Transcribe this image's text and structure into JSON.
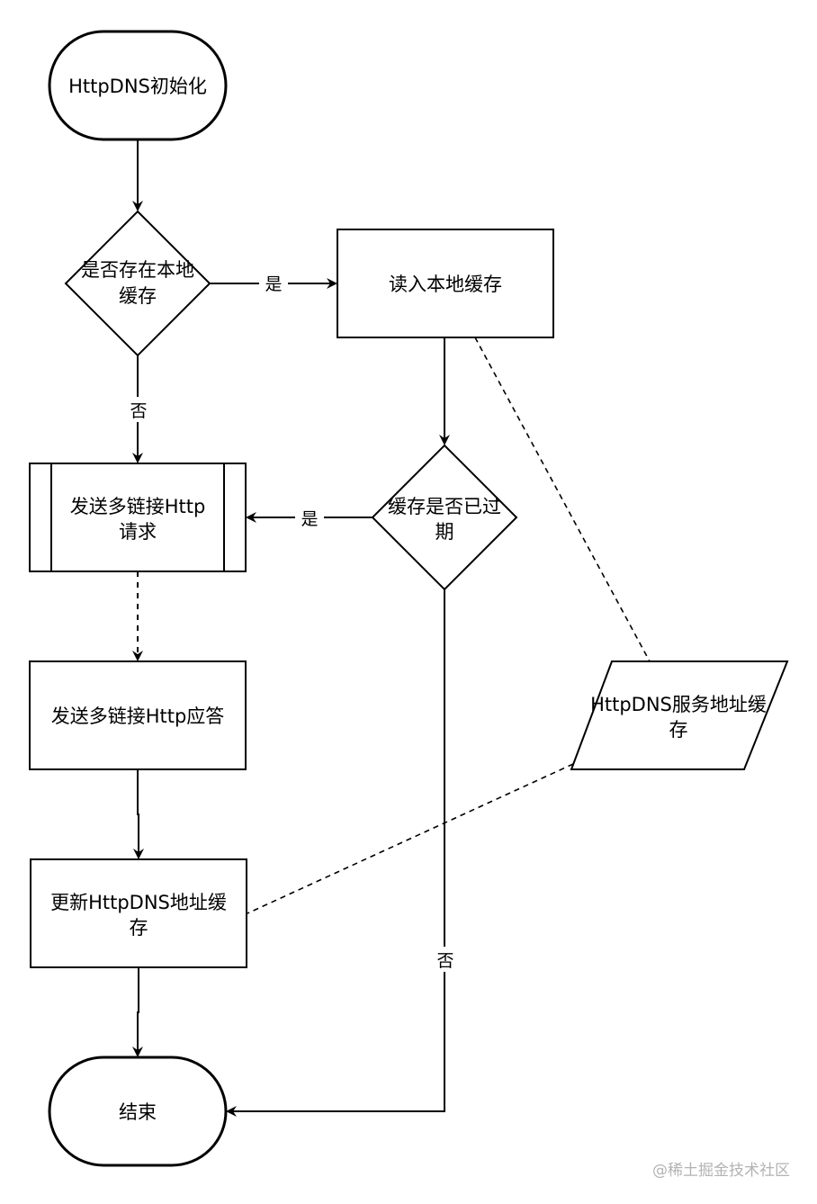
{
  "nodes": {
    "start": [
      "HttpDNS初始化"
    ],
    "check_local_cache": [
      "是否存在本地",
      "缓存"
    ],
    "read_local_cache": [
      "读入本地缓存"
    ],
    "check_expired": [
      "缓存是否已过",
      "期"
    ],
    "send_request": [
      "发送多链接Http",
      "请求"
    ],
    "response": [
      "发送多链接Http应答"
    ],
    "update_cache": [
      "更新HttpDNS地址缓",
      "存"
    ],
    "end": [
      "结束"
    ],
    "service_cache": [
      "HttpDNS服务地址缓",
      "存"
    ]
  },
  "edges": {
    "yes_1": "是",
    "no_1": "否",
    "yes_2": "是",
    "no_2": "否"
  },
  "watermark": "@稀土掘金技术社区"
}
